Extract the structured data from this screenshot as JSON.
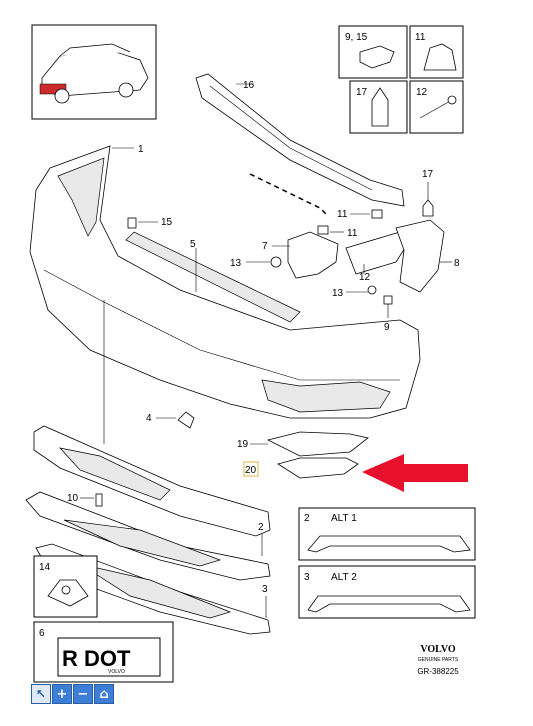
{
  "callouts": {
    "c1": "1",
    "c2": "2",
    "c3": "3",
    "c4": "4",
    "c5": "5",
    "c7": "7",
    "c8": "8",
    "c9": "9",
    "c10": "10",
    "c11a": "11",
    "c11b": "11",
    "c12": "12",
    "c13a": "13",
    "c13b": "13",
    "c15": "15",
    "c16": "16",
    "c17": "17",
    "c19": "19",
    "c20": "20"
  },
  "boxes": {
    "b915": "9, 15",
    "b11": "11",
    "b17": "17",
    "b12": "12",
    "b14": "14",
    "b6": "6",
    "alt1_num": "2",
    "alt1_label": "ALT 1",
    "alt2_num": "3",
    "alt2_label": "ALT 2"
  },
  "plate": {
    "text": "R DOT",
    "brand": "VOLVO"
  },
  "brand": {
    "name": "VOLVO",
    "tagline": "GENUINE PARTS",
    "code": "GR-388225"
  },
  "highlight_color": "#e8112d",
  "toolbar": {
    "icons": [
      "cursor-icon",
      "plus-icon",
      "minus-icon",
      "home-icon"
    ],
    "glyphs": [
      "↖",
      "+",
      "−",
      "⌂"
    ]
  }
}
